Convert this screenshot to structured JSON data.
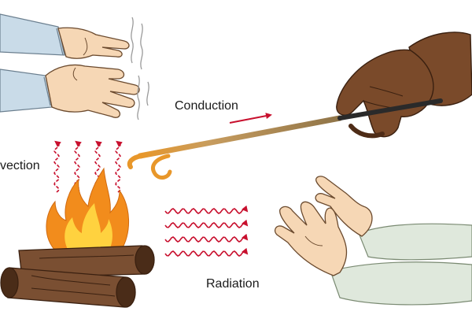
{
  "labels": {
    "conduction": "Conduction",
    "convection": "vection",
    "radiation": "Radiation"
  },
  "colors": {
    "arrow_red": "#c8102e",
    "skin": "#f6d7b5",
    "skin_outline": "#6b4a2e",
    "sleeve": "#c9dbe8",
    "sleeve_right": "#dfe8dc",
    "glove": "#7a4a2a",
    "glove_dark": "#4e2c17",
    "rod": "#b99a6a",
    "rod_hot": "#e8972a",
    "log": "#7a4f32",
    "log_dark": "#4a2c18",
    "flame_outer": "#f28c1c",
    "flame_inner": "#ffd23f",
    "heat_line": "#9a9a9a"
  },
  "icons": {
    "conduction_arrow": "right-arrow-icon",
    "convection_arrows": "wavy-up-arrow-icon",
    "radiation_arrows": "wavy-right-arrow-icon",
    "fire": "campfire-icon"
  }
}
